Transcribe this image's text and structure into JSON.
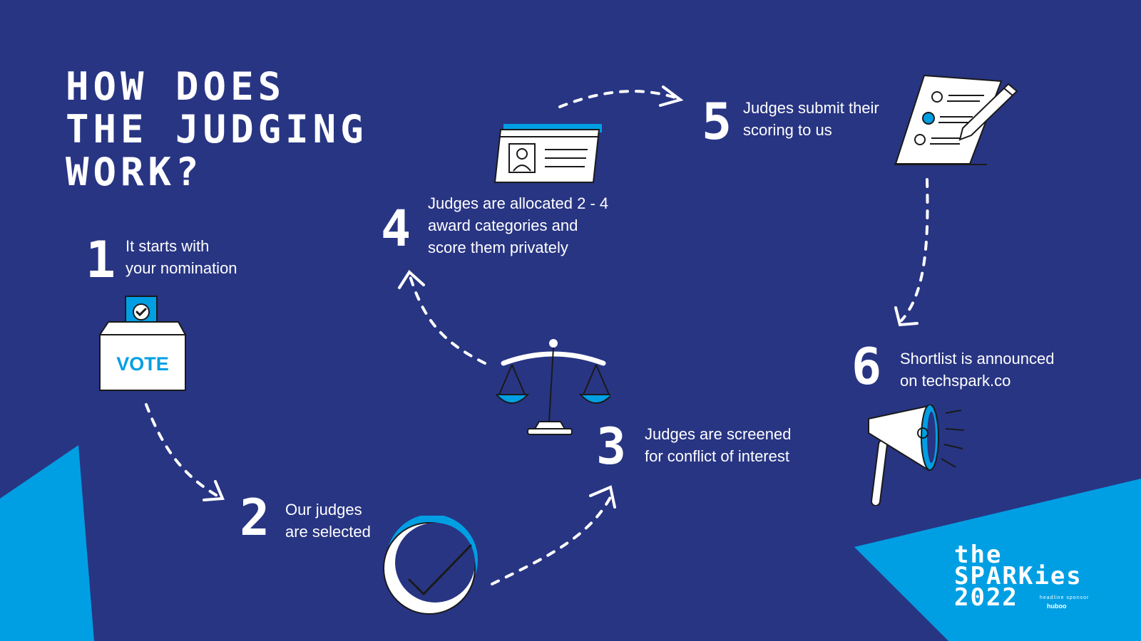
{
  "title": {
    "lines": [
      "HOW DOES",
      "THE JUDGING",
      "WORK?"
    ]
  },
  "steps": [
    {
      "number": "1",
      "lines": [
        "It starts with",
        "your nomination"
      ],
      "icon": "ballot-box-icon"
    },
    {
      "number": "2",
      "lines": [
        "Our judges",
        "are selected"
      ],
      "icon": "checkmark-circle-icon"
    },
    {
      "number": "3",
      "lines": [
        "Judges are screened",
        "for conflict of interest"
      ],
      "icon": "scales-icon"
    },
    {
      "number": "4",
      "lines": [
        "Judges are allocated 2 - 4",
        "award categories and",
        "score them privately"
      ],
      "icon": "id-card-icon"
    },
    {
      "number": "5",
      "lines": [
        "Judges submit their",
        "scoring to us"
      ],
      "icon": "scoring-sheet-icon"
    },
    {
      "number": "6",
      "lines": [
        "Shortlist is announced",
        "on techspark.co"
      ],
      "icon": "megaphone-icon"
    }
  ],
  "ballot": {
    "label": "VOTE"
  },
  "logo": {
    "lines": [
      "the",
      "SPARKies",
      "2022"
    ],
    "sponsor_label": "headline sponsor",
    "sponsor_name": "huboo"
  },
  "colors": {
    "background": "#283583",
    "accent": "#009fe3",
    "text": "#ffffff"
  }
}
